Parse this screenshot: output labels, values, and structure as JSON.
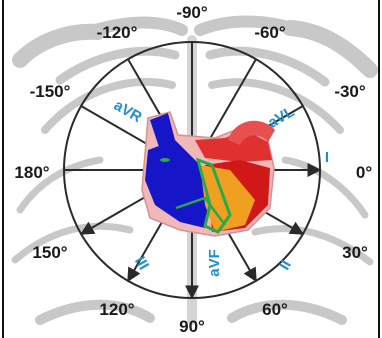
{
  "figure": {
    "title": "",
    "colors": {
      "axis": "#2a2a2a",
      "lead_label": "#1f8fcf",
      "degree_label": "#1a1a1a",
      "background_anatomy": "#c8c8c8",
      "right_ventricle": "#1616c8",
      "left_ventricle": "#d01818",
      "atrium": "#e03030",
      "septum_band": "#2aa84a",
      "conduction_fill": "#f0a020",
      "pericardium": "#f0b8b8"
    }
  },
  "degree_labels": {
    "minus90": "-90°",
    "minus120": "-120°",
    "minus60": "-60°",
    "minus150": "-150°",
    "minus30": "-30°",
    "deg180": "180°",
    "deg0": "0°",
    "deg150": "150°",
    "deg30": "30°",
    "deg120": "120°",
    "deg60": "60°",
    "deg90": "90°"
  },
  "lead_labels": {
    "avr": "aVR",
    "avl": "aVL",
    "lead_i": "I",
    "lead_iii": "III",
    "avf": "aVF",
    "lead_ii": "II"
  },
  "axes": [
    {
      "name": "axis-minus150",
      "angle_deg": -150,
      "arrowhead": false
    },
    {
      "name": "axis-minus120",
      "angle_deg": -120,
      "arrowhead": false
    },
    {
      "name": "axis-minus90",
      "angle_deg": -90,
      "arrowhead": false
    },
    {
      "name": "axis-minus60",
      "angle_deg": -60,
      "arrowhead": false
    },
    {
      "name": "axis-minus30",
      "angle_deg": -30,
      "arrowhead": false
    },
    {
      "name": "axis-0",
      "angle_deg": 0,
      "arrowhead": true
    },
    {
      "name": "axis-30",
      "angle_deg": 30,
      "arrowhead": true
    },
    {
      "name": "axis-60",
      "angle_deg": 60,
      "arrowhead": true
    },
    {
      "name": "axis-90",
      "angle_deg": 90,
      "arrowhead": true
    },
    {
      "name": "axis-120",
      "angle_deg": 120,
      "arrowhead": true
    },
    {
      "name": "axis-150",
      "angle_deg": 150,
      "arrowhead": true
    },
    {
      "name": "axis-180",
      "angle_deg": 180,
      "arrowhead": false
    }
  ]
}
